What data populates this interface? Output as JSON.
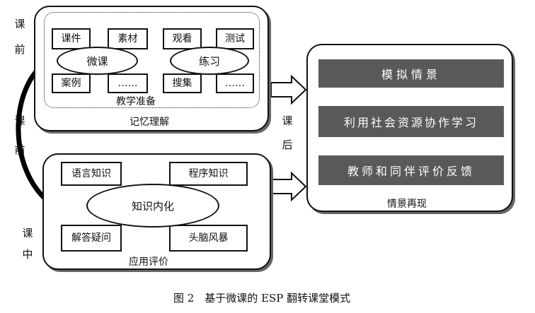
{
  "pre_class_box": {
    "title": "记忆理解",
    "inner_title": "教学准备",
    "left_cluster": {
      "center": "微课",
      "top_left": "课件",
      "top_right": "素材",
      "bottom_left": "案例",
      "bottom_right": "……"
    },
    "right_cluster": {
      "center": "练习",
      "top_left": "观看",
      "top_right": "测试",
      "bottom_left": "搜集",
      "bottom_right": "……"
    }
  },
  "side_labels": {
    "top": [
      "课",
      "前"
    ],
    "middle": [
      "课",
      "前"
    ],
    "bottom": [
      "课",
      "中"
    ],
    "after": [
      "课",
      "后"
    ]
  },
  "in_class_box": {
    "title": "应用评价",
    "center": "知识内化",
    "corners": {
      "top_left": "语言知识",
      "top_right": "程序知识",
      "bottom_left": "解答疑问",
      "bottom_right": "头脑风暴"
    }
  },
  "post_class_box": {
    "title": "情景再现",
    "steps": [
      "模拟情景",
      "利用社会资源协作学习",
      "教师和同伴评价反馈"
    ]
  },
  "caption": "图 2　基于微课的 ESP 翻转课堂模式"
}
